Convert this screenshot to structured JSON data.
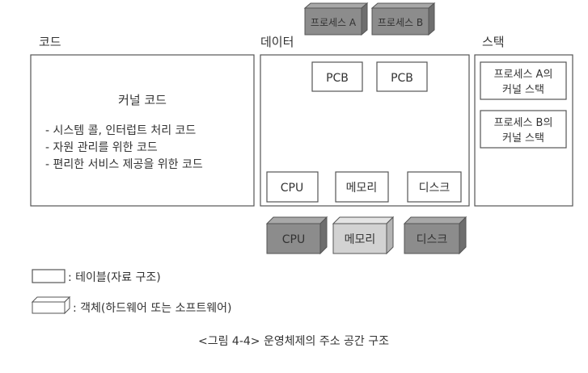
{
  "sections": {
    "code": {
      "label": "코드",
      "kernel_title": "커널 코드",
      "items": [
        "- 시스템 콜, 인터럽트 처리 코드",
        "- 자원 관리를 위한 코드",
        "- 편리한 서비스 제공을 위한 코드"
      ]
    },
    "data": {
      "label": "데이터",
      "pcbs": [
        "PCB",
        "PCB"
      ],
      "tables": [
        "CPU",
        "메모리",
        "디스크"
      ]
    },
    "stack": {
      "label": "스택",
      "boxes": [
        {
          "line1": "프로세스 A의",
          "line2": "커널 스택"
        },
        {
          "line1": "프로세스 B의",
          "line2": "커널 스택"
        }
      ]
    }
  },
  "processes": [
    "프로세스 A",
    "프로세스 B"
  ],
  "hardware": [
    "CPU",
    "메모리",
    "디스크"
  ],
  "legend": {
    "table": ": 테이블(자료 구조)",
    "object": ": 객체(하드웨어 또는 소프트웨어)"
  },
  "caption": "<그림 4-4> 운영체제의 주소 공간 구조",
  "colors": {
    "stroke": "#555555",
    "text": "#333333",
    "object_dark_front": "#8c8c8c",
    "object_dark_top": "#a8a8a8",
    "object_dark_side": "#6e6e6e",
    "object_light_front": "#d2d2d2",
    "object_light_top": "#e4e4e4",
    "object_light_side": "#b4b4b4"
  }
}
